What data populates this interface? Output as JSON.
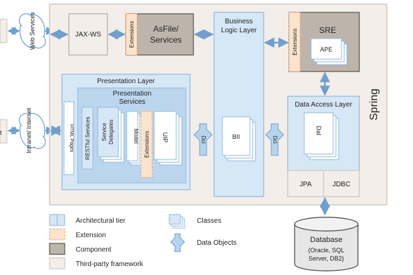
{
  "diagram": {
    "spring_label": "Spring",
    "ext_left": {
      "web_services": "Web Services",
      "intranet_internet": "Intranet/ Internet",
      "top_stub": "",
      "bottom_stub": "t"
    },
    "components": {
      "jaxws": "JAX-WS",
      "extensions": "Extensions",
      "asfile_line1": "AsFile/",
      "asfile_line2": "Services",
      "business_line1": "Business",
      "business_line2": "Logic Layer",
      "sre": "SRE",
      "ape": "APE",
      "presentation_layer": "Presentation Layer",
      "presentation_services_line1": "Presentation",
      "presentation_services_line2": "Services",
      "html_pages": "HTML Pages",
      "restful_services": "RESTful Services",
      "service_delegates_line1": "Service",
      "service_delegates_line2": "Delegates",
      "model": "Model",
      "uip": "UIP",
      "dci": "Dci",
      "bll": "BII",
      "data_access_layer": "Data Access Layer",
      "dal": "DaI",
      "jpa": "JPA",
      "jdbc": "JDBC",
      "database_title": "Database",
      "database_line1": "(Oracle, SQL",
      "database_line2": "Server, DB2)"
    },
    "colors": {
      "tier_fill": "#d6e7f6",
      "tier_stroke": "#8fb8de",
      "extension_fill": "#fbe3cc",
      "extension_stroke": "#e3a86e",
      "component_fill": "#bdb5ab",
      "component_stroke": "#5a534b",
      "framework_fill": "#f3eee9",
      "framework_stroke": "#c9c0b5",
      "arrow_fill": "#b7d4ee"
    }
  },
  "legend": {
    "architectural_tier": "Architectural tier",
    "extension": "Extension",
    "component": "Component",
    "third_party": "Third-party framework",
    "classes": "Classes",
    "data_objects": "Data Objects"
  }
}
